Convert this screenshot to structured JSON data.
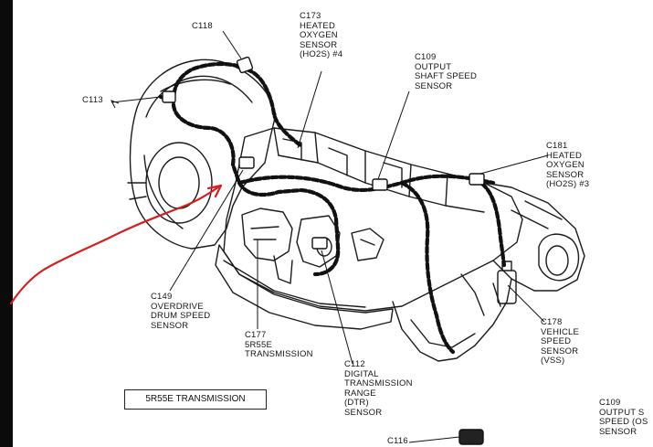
{
  "labels": {
    "c118": "C118",
    "c113": "C113",
    "c173": "C173\nHEATED\nOXYGEN\nSENSOR\n(HO2S) #4",
    "c109_top": "C109\nOUTPUT\nSHAFT SPEED\nSENSOR",
    "c181": "C181\nHEATED\nOXYGEN\nSENSOR\n(HO2S) #3",
    "c149": "C149\nOVERDRIVE\nDRUM SPEED\nSENSOR",
    "c177": "C177\n5R55E\nTRANSMISSION",
    "c112": "C112\nDIGITAL\nTRANSMISSION\nRANGE\n(DTR)\nSENSOR",
    "c178": "C178\nVEHICLE\nSPEED\nSENSOR\n(VSS)",
    "c109_bottom": "C109\nOUTPUT S\nSPEED (OS\nSENSOR",
    "c116": "C116"
  },
  "caption": "5R55E TRANSMISSION",
  "colors": {
    "ink": "#141414",
    "annotation_arrow": "#d42020",
    "left_bar": "#0b0b0b"
  }
}
